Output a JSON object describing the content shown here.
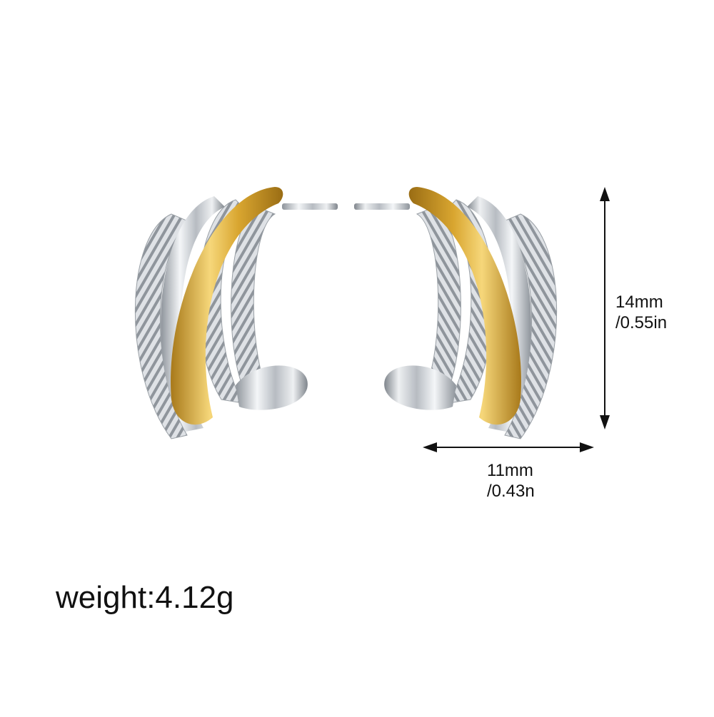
{
  "dimensions": {
    "height": {
      "primary": "14mm",
      "secondary": "/0.55in"
    },
    "width": {
      "primary": "11mm",
      "secondary": "/0.43n"
    }
  },
  "weight": {
    "text": "weight:4.12g"
  },
  "colors": {
    "gold": "#e4b53a",
    "silver": "#cfd3d8",
    "arrow": "#111111"
  }
}
